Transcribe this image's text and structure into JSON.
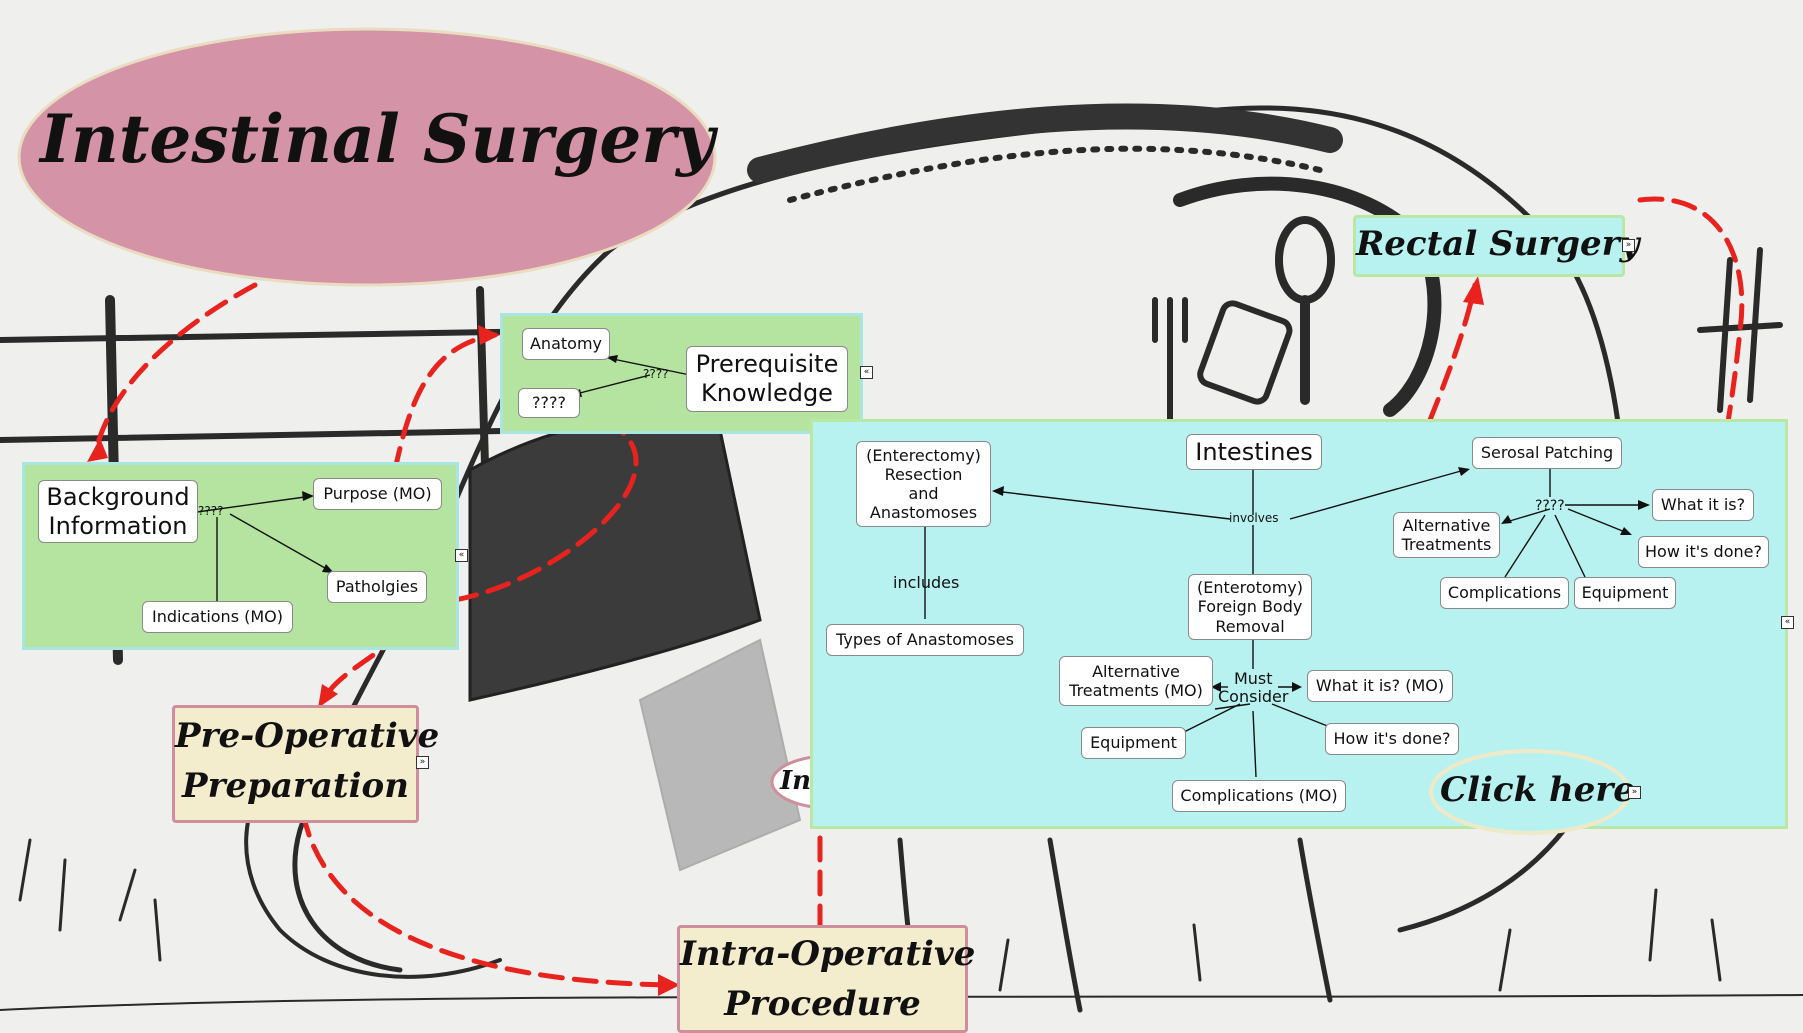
{
  "colors": {
    "title_fill": "#d493a6",
    "green_panel": "#b5e3a0",
    "cyan_panel": "#b7f2f0",
    "beige_panel": "#f3eccd",
    "arrow_red": "#e8231e",
    "panel_border_green": "#a8e6e2",
    "panel_border_beige": "#cf8e9c"
  },
  "title": "Intestinal Surgery",
  "rectal": {
    "title": "Rectal Surgery",
    "expand_icon": "expand-icon"
  },
  "preop": {
    "title_line1": "Pre-Operative",
    "title_line2": "Preparation"
  },
  "intraop": {
    "title_line1": "Intra-Operative",
    "title_line2": "Procedure"
  },
  "partial_oval_text": "In",
  "background_info": {
    "title": "Background\nInformation",
    "link": "????",
    "purpose": "Purpose (MO)",
    "pathologies": "Patholgies",
    "indications": "Indications (MO)"
  },
  "prereq": {
    "title": "Prerequisite\nKnowledge",
    "link": "????",
    "anatomy": "Anatomy",
    "unknown": "????"
  },
  "intestines": {
    "title": "Intestines",
    "link_involves": "involves",
    "resection": "(Enterectomy)\nResection\nand\nAnastomoses",
    "link_includes": "includes",
    "types": "Types of Anastomoses",
    "serosal": "Serosal Patching",
    "serosal_link": "????",
    "serosal_what": "What it is?",
    "serosal_how": "How it's done?",
    "serosal_alt": "Alternative\nTreatments",
    "serosal_complications": "Complications",
    "serosal_equipment": "Equipment",
    "foreign_body": "(Enterotomy)\nForeign Body\nRemoval",
    "must_consider": "Must\nConsider",
    "fb_alt": "Alternative\nTreatments (MO)",
    "fb_what": "What it is? (MO)",
    "fb_equipment": "Equipment",
    "fb_how": "How it's done?",
    "fb_complications": "Complications (MO)",
    "click_here": "Click here"
  }
}
